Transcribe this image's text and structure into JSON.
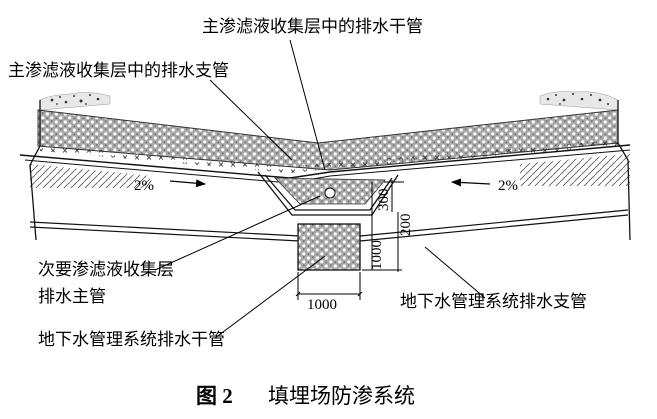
{
  "labels": {
    "main_trunk_pipe": "主渗滤液收集层中的排水干管",
    "main_branch_pipe": "主渗滤液收集层中的排水支管",
    "secondary_layer": "次要渗滤液收集层",
    "secondary_main_pipe": "排水主管",
    "groundwater_trunk": "地下水管理系统排水干管",
    "groundwater_branch": "地下水管理系统排水支管"
  },
  "slopes": {
    "left": "2%",
    "right": "2%"
  },
  "dimensions": {
    "d300": "300",
    "d200": "200",
    "d1000_vertical": "1000",
    "d1000_horizontal": "1000"
  },
  "caption": {
    "figure_no": "图 2",
    "title": "填埋场防渗系统"
  }
}
